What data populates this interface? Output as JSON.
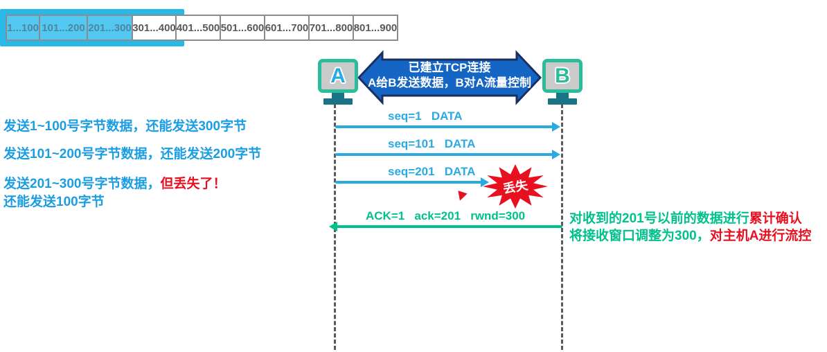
{
  "byte_table": {
    "window_cells": 4,
    "cells": [
      {
        "label": "1...100",
        "sent": true,
        "in_window": true
      },
      {
        "label": "101...200",
        "sent": true,
        "in_window": true
      },
      {
        "label": "201...300",
        "sent": true,
        "in_window": true
      },
      {
        "label": "301...400",
        "sent": false,
        "in_window": true
      },
      {
        "label": "401...500",
        "sent": false,
        "in_window": false
      },
      {
        "label": "501...600",
        "sent": false,
        "in_window": false
      },
      {
        "label": "601...700",
        "sent": false,
        "in_window": false
      },
      {
        "label": "701...800",
        "sent": false,
        "in_window": false
      },
      {
        "label": "801...900",
        "sent": false,
        "in_window": false
      }
    ]
  },
  "hosts": {
    "a": "A",
    "b": "B"
  },
  "connection_banner": {
    "line1": "已建立TCP连接",
    "line2": "A给B发送数据，B对A流量控制"
  },
  "messages": [
    {
      "label": "seq=1   DATA",
      "direction": "A-to-B",
      "lost": false
    },
    {
      "label": "seq=101   DATA",
      "direction": "A-to-B",
      "lost": false
    },
    {
      "label": "seq=201   DATA",
      "direction": "A-to-B",
      "lost": true
    },
    {
      "label": "ACK=1   ack=201   rwnd=300",
      "direction": "B-to-A",
      "lost": false
    }
  ],
  "lost_burst_label": "丢失",
  "left_notes": [
    {
      "parts": [
        {
          "text": "发送1~100号字节数据，还能发送300字节",
          "color": "blue"
        }
      ]
    },
    {
      "parts": [
        {
          "text": "发送101~200号字节数据，还能发送200字节",
          "color": "blue"
        }
      ]
    },
    {
      "parts": [
        {
          "text": "发送201~300号字节数据，",
          "color": "blue"
        },
        {
          "text": "但丢失了！",
          "color": "red"
        }
      ]
    },
    {
      "parts": [
        {
          "text": "还能发送100字节",
          "color": "blue"
        }
      ]
    }
  ],
  "right_notes": [
    {
      "parts": [
        {
          "text": "对收到的201号以前的数据进行",
          "color": "green"
        },
        {
          "text": "累计确认",
          "color": "red"
        }
      ]
    },
    {
      "parts": [
        {
          "text": "将接收窗口调整为300，",
          "color": "green"
        },
        {
          "text": "对主机A进行流控",
          "color": "red"
        }
      ]
    }
  ],
  "colors": {
    "arrow_cyan": "#29abe2",
    "ack_green": "#00c18c",
    "note_blue": "#1b9de2",
    "alert_red": "#e8101e",
    "banner_blue": "#1565c4",
    "banner_border": "#1a2f5e",
    "window_band_cyan": "#29b9e9",
    "sent_cell_fill": "#53c9f1",
    "host_frame_green": "#2bbd9b",
    "stand_teal": "#1a7486",
    "lifeline_gray": "#58595b"
  }
}
